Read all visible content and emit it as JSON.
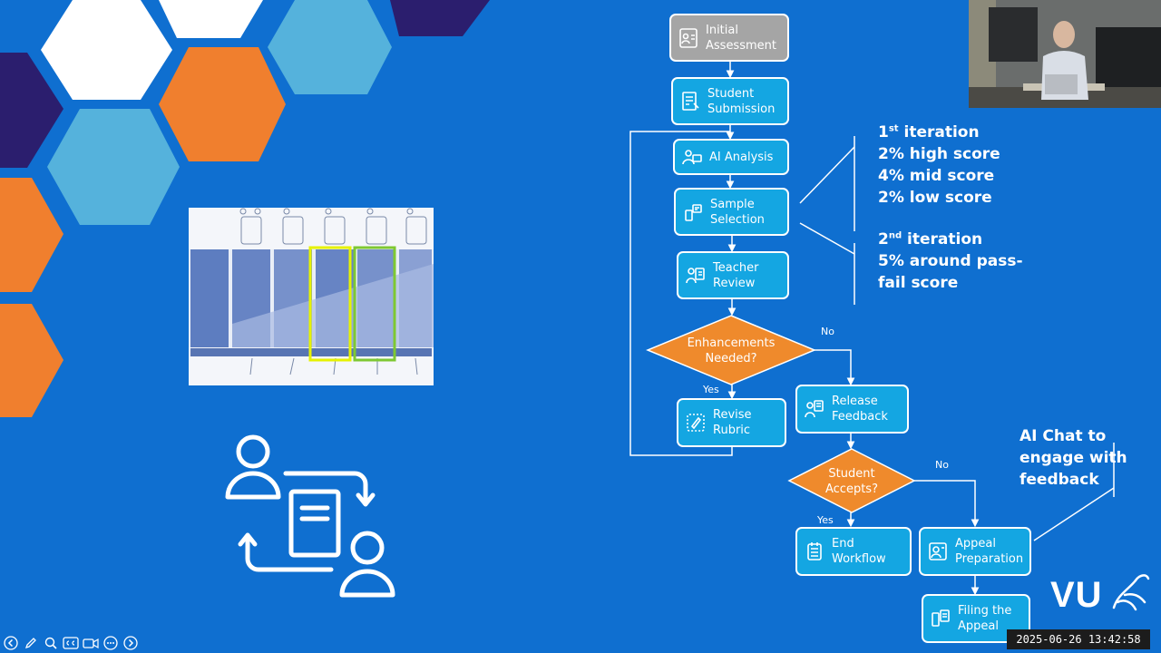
{
  "flow": {
    "initial_assessment": "Initial\nAssessment",
    "student_submission": "Student\nSubmission",
    "ai_analysis": "AI Analysis",
    "sample_selection": "Sample\nSelection",
    "teacher_review": "Teacher\nReview",
    "enhancements_needed": "Enhancements\nNeeded?",
    "revise_rubric": "Revise\nRubric",
    "release_feedback": "Release\nFeedback",
    "student_accepts": "Student\nAccepts?",
    "end_workflow": "End\nWorkflow",
    "appeal_preparation": "Appeal\nPreparation",
    "filing_appeal": "Filing the\nAppeal",
    "yes_label": "Yes",
    "no_label": "No"
  },
  "iterations": {
    "first_num": "1",
    "first_sup": "st",
    "first_word": " iteration",
    "first_lines": [
      "2% high score",
      "4% mid score",
      "2% low score"
    ],
    "second_num": "2",
    "second_sup": "nd",
    "second_word": " iteration",
    "second_lines": [
      "5% around pass-",
      "fail score"
    ]
  },
  "ai_chat_note": "AI Chat to\nengage with\nfeedback",
  "logo_text": "VU",
  "timestamp": "2025-06-26  13:42:58",
  "colors": {
    "background": "#0f6fd0",
    "node_fill": "#14a6e2",
    "node_gray": "#a5a5a5",
    "decision_fill": "#ef8a2c",
    "hex_orange": "#f07f2e",
    "hex_light_blue": "#55b2dc",
    "hex_purple": "#2b1e6e",
    "hex_white": "#ffffff"
  },
  "toolbar_icons": [
    "back-icon",
    "pen-icon",
    "zoom-icon",
    "captions-icon",
    "camera-icon",
    "more-icon",
    "forward-icon"
  ]
}
